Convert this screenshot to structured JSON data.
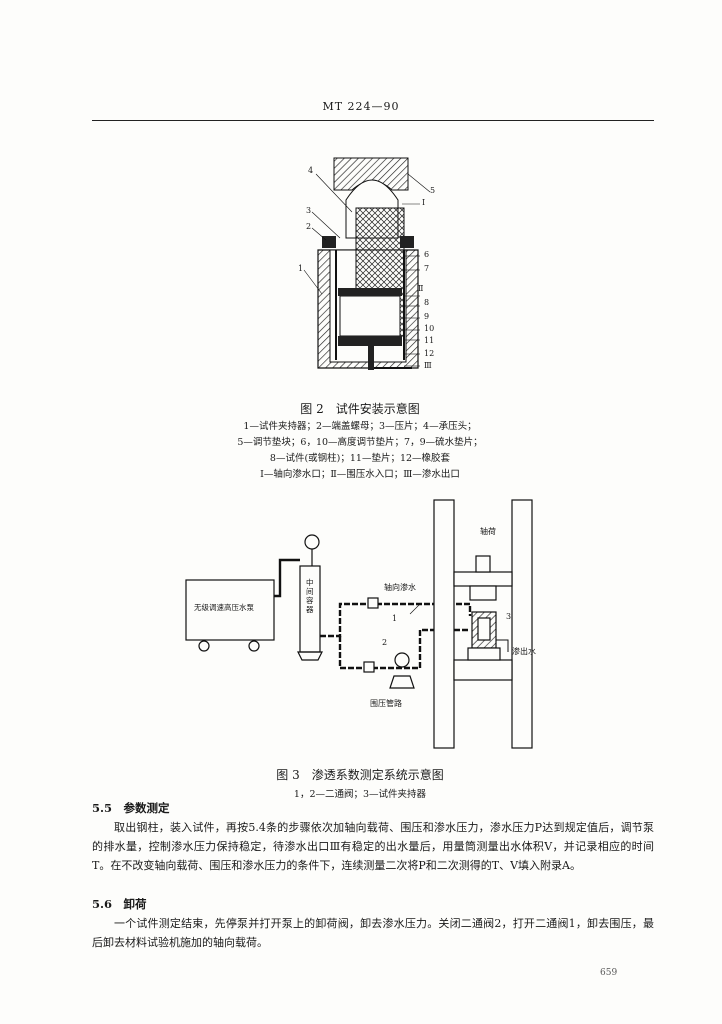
{
  "header": "MT 224—90",
  "fig2": {
    "title": "图 2　试件安装示意图",
    "legend": [
      "1—试件夹持器；2—端盖螺母；3—压片；4—承压头；",
      "5—调节垫块；6，10—高度调节垫片；7，9—硫水垫片；",
      "8—试件(或钢柱)；11—垫片；12—橡胶套",
      "Ⅰ—轴向渗水口；Ⅱ—围压水入口；Ⅲ—渗水出口"
    ],
    "callouts": [
      "4",
      "3",
      "2",
      "1",
      "5",
      "Ⅰ",
      "6",
      "7",
      "Ⅱ",
      "8",
      "9",
      "10",
      "11",
      "12",
      "Ⅲ"
    ]
  },
  "fig3": {
    "title": "图 3　渗透系数测定系统示意图",
    "legend": "1，2—二通阀；3—试件夹持器",
    "labels": {
      "pump": "无级调速高压水泵",
      "container": "中间容器",
      "axial_water": "轴向渗水",
      "axial_load": "轴荷",
      "outflow": "渗出水",
      "confining_pipe": "围压管路",
      "valve1": "1",
      "valve2": "2",
      "holder": "3"
    }
  },
  "sections": [
    {
      "heading": "5.5　参数测定",
      "text": "取出钢柱，装入试件，再按5.4条的步骤依次加轴向载荷、围压和渗水压力，渗水压力P达到规定值后，调节泵的排水量，控制渗水压力保持稳定，待渗水出口Ⅲ有稳定的出水量后，用量筒测量出水体积V，并记录相应的时间T。在不改变轴向载荷、围压和渗水压力的条件下，连续测量二次将P和二次测得的T、V填入附录A。"
    },
    {
      "heading": "5.6　卸荷",
      "text": "一个试件测定结束，先停泵并打开泵上的卸荷阀，卸去渗水压力。关闭二通阀2，打开二通阀1，卸去围压，最后卸去材料试验机施加的轴向载荷。"
    }
  ],
  "page_number": "659"
}
